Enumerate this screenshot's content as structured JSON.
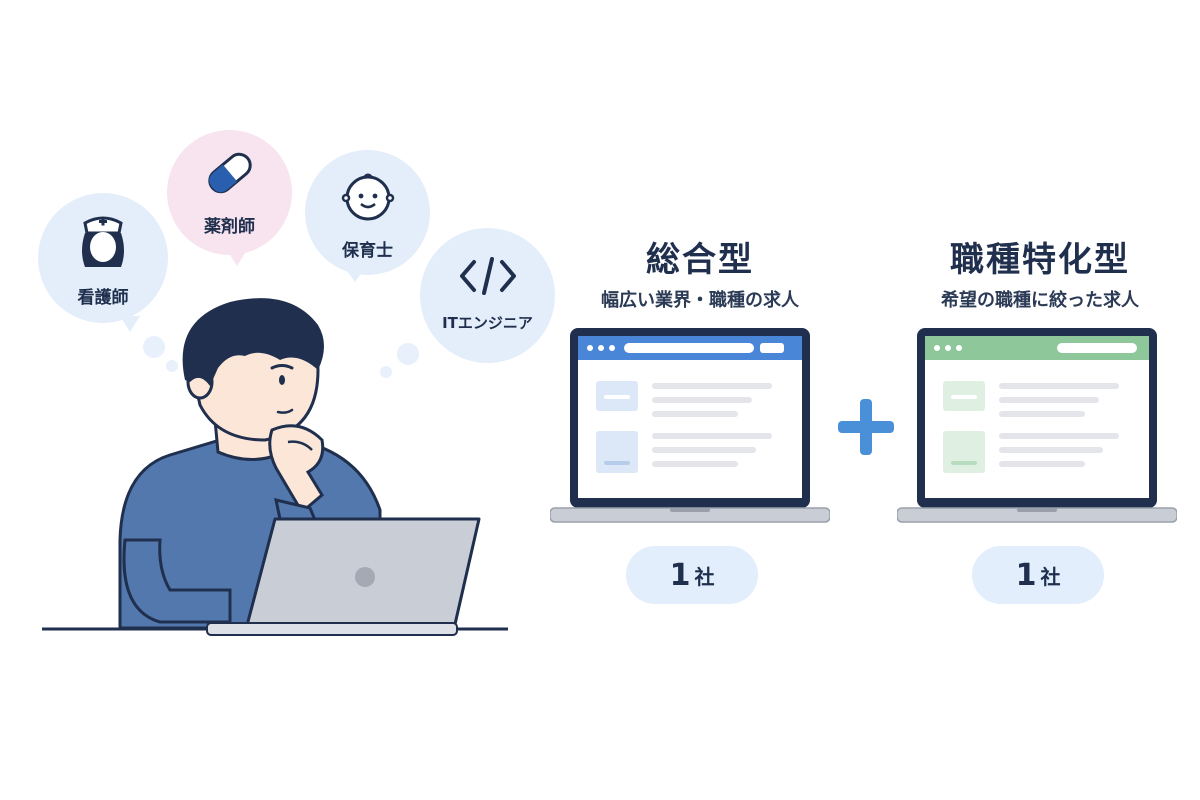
{
  "bubbles": [
    {
      "label": "看護師",
      "icon": "nurse-icon",
      "color": "#e3eefa"
    },
    {
      "label": "薬剤師",
      "icon": "capsule-icon",
      "color": "#f7e4ee"
    },
    {
      "label": "保育士",
      "icon": "baby-face-icon",
      "color": "#e3eefa"
    },
    {
      "label": "ITエンジニア",
      "icon": "code-icon",
      "color": "#e3eefa"
    }
  ],
  "services": [
    {
      "title": "総合型",
      "subtitle": "幅広い業界・職種の求人",
      "accent": "#4a86d8",
      "count": "1",
      "unit": "社"
    },
    {
      "title": "職種特化型",
      "subtitle": "希望の職種に絞った求人",
      "accent": "#8ec89a",
      "count": "1",
      "unit": "社"
    }
  ],
  "colors": {
    "navy": "#1f2f4d",
    "shirt": "#5378ad",
    "skin": "#fbe6d7",
    "hair": "#1f2f4d",
    "laptop": "#c9cdd6",
    "plus": "#4a90d9"
  }
}
